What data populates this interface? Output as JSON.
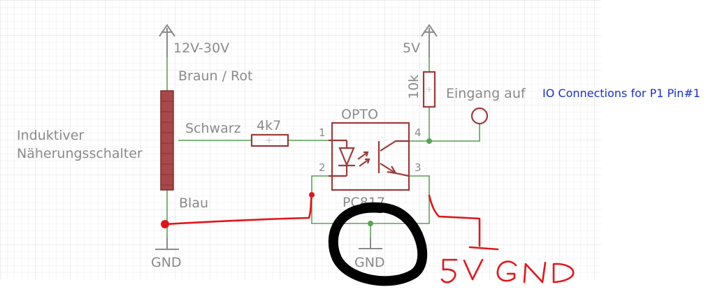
{
  "labels": {
    "supply_high": "12V-30V",
    "supply_5v": "5V",
    "wire_brown": "Braun / Rot",
    "wire_black": "Schwarz",
    "wire_blue": "Blau",
    "sensor_line1": "Induktiver",
    "sensor_line2": "Näherungsschalter",
    "resistor_in": "4k7",
    "resistor_pullup": "10k",
    "opto_name": "OPTO",
    "opto_part": "PC817",
    "pin1": "1",
    "pin2": "2",
    "pin3": "3",
    "pin4": "4",
    "input_label": "Eingang auf",
    "gnd_left": "GND",
    "gnd_middle": "GND"
  },
  "annotations": {
    "io_note": "IO Connections for P1 Pin#1",
    "handwritten_5v_gnd": "5V GND"
  }
}
